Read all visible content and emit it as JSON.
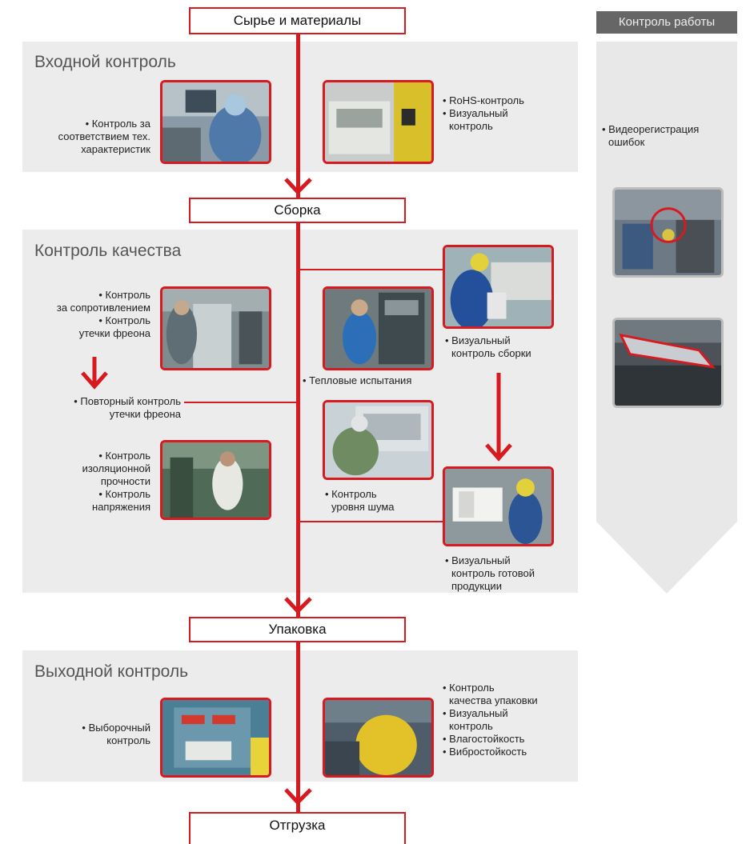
{
  "stages": {
    "raw": "Сырье и материалы",
    "assembly": "Сборка",
    "packing": "Упаковка",
    "shipping": "Отгрузка"
  },
  "sections": {
    "incoming": {
      "title": "Входной контроль",
      "left_label": [
        "• Контроль за",
        "соответствием тех.",
        "характеристик"
      ],
      "right_label": [
        "• RoHS-контроль",
        "• Визуальный",
        "  контроль"
      ]
    },
    "quality": {
      "title": "Контроль качества",
      "resistance_label": [
        "• Контроль",
        "за сопротивлением",
        "• Контроль",
        "утечки фреона"
      ],
      "repeat_label": [
        "• Повторный контроль",
        "утечки фреона"
      ],
      "insulation_label": [
        "• Контроль",
        "изоляционной",
        "прочности",
        "• Контроль",
        "напряжения"
      ],
      "thermal_label": "• Тепловые испытания",
      "assembly_visual_label": [
        "• Визуальный",
        "  контроль сборки"
      ],
      "noise_label": [
        "• Контроль",
        "  уровня шума"
      ],
      "final_visual_label": [
        "• Визуальный",
        "  контроль готовой",
        "  продукции"
      ]
    },
    "outgoing": {
      "title": "Выходной контроль",
      "left_label": [
        "• Выборочный",
        "контроль"
      ],
      "right_label": [
        "• Контроль",
        "  качества упаковки",
        "• Визуальный",
        "  контроль",
        "• Влагостойкость",
        "• Вибростойкость"
      ]
    }
  },
  "sidebar": {
    "title": "Контроль работы",
    "label": [
      "• Видеорегистрация",
      "  ошибок"
    ]
  },
  "colors": {
    "accent": "#d71920",
    "panel": "#ececec",
    "sidebar": "#e8e8e8",
    "sidebar_title_bg": "#666666"
  }
}
